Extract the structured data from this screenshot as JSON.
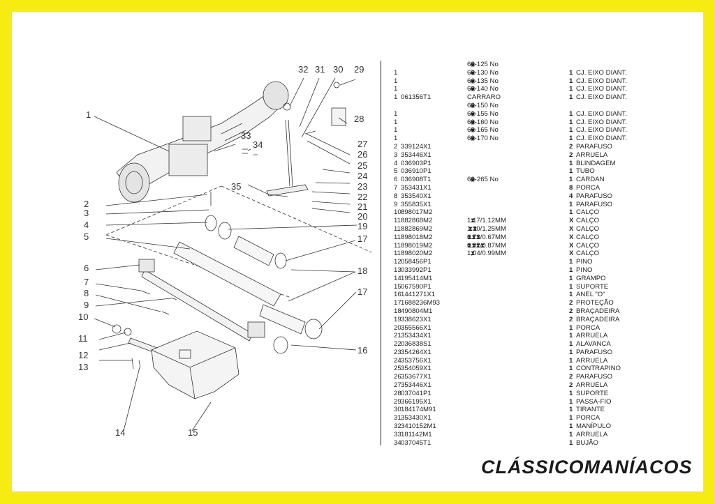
{
  "callouts": [
    "1",
    "2",
    "3",
    "4",
    "5",
    "6",
    "7",
    "8",
    "9",
    "10",
    "11",
    "12",
    "13",
    "14",
    "15",
    "16",
    "17",
    "17",
    "18",
    "19",
    "20",
    "21",
    "22",
    "23",
    "24",
    "25",
    "26",
    "27",
    "28",
    "29",
    "30",
    "31",
    "32",
    "33",
    "34",
    "35"
  ],
  "parts": [
    {
      "item": "",
      "code": "",
      "icon": "eye",
      "note": "60-125 No",
      "qty": "",
      "desc": ""
    },
    {
      "item": "1",
      "code": "",
      "icon": "eye",
      "note": "60-130 No",
      "qty": "1",
      "desc": "CJ. EIXO DIANT."
    },
    {
      "item": "1",
      "code": "",
      "icon": "eye",
      "note": "60-135 No",
      "qty": "1",
      "desc": "CJ. EIXO DIANT."
    },
    {
      "item": "1",
      "code": "",
      "icon": "eye",
      "note": "60-140 No",
      "qty": "1",
      "desc": "CJ. EIXO DIANT."
    },
    {
      "item": "1",
      "code": "061356T1",
      "icon": "",
      "note": "CARRARO",
      "qty": "1",
      "desc": "CJ. EIXO DIANT."
    },
    {
      "item": "",
      "code": "",
      "icon": "eye",
      "note": "60-150 No",
      "qty": "",
      "desc": ""
    },
    {
      "item": "1",
      "code": "",
      "icon": "eye",
      "note": "60-155 No",
      "qty": "1",
      "desc": "CJ. EIXO DIANT."
    },
    {
      "item": "1",
      "code": "",
      "icon": "eye",
      "note": "60-160 No",
      "qty": "1",
      "desc": "CJ. EIXO DIANT."
    },
    {
      "item": "1",
      "code": "",
      "icon": "eye",
      "note": "60-165 No",
      "qty": "1",
      "desc": "CJ. EIXO DIANT."
    },
    {
      "item": "1",
      "code": "",
      "icon": "eye",
      "note": "60-170 No",
      "qty": "1",
      "desc": "CJ. EIXO DIANT."
    },
    {
      "item": "2",
      "code": "339124X1",
      "icon": "",
      "note": "",
      "qty": "2",
      "desc": "PARAFUSO"
    },
    {
      "item": "3",
      "code": "353446X1",
      "icon": "",
      "note": "",
      "qty": "2",
      "desc": "ARRUELA"
    },
    {
      "item": "4",
      "code": "036903P1",
      "icon": "",
      "note": "",
      "qty": "1",
      "desc": "BLINDAGEM"
    },
    {
      "item": "5",
      "code": "036910P1",
      "icon": "",
      "note": "",
      "qty": "1",
      "desc": "TUBO"
    },
    {
      "item": "6",
      "code": "036908T1",
      "icon": "eye",
      "note": "60-265 No",
      "qty": "1",
      "desc": "CARDAN"
    },
    {
      "item": "7",
      "code": "353431X1",
      "icon": "",
      "note": "",
      "qty": "8",
      "desc": "PORCA"
    },
    {
      "item": "8",
      "code": "353540X1",
      "icon": "",
      "note": "",
      "qty": "4",
      "desc": "PARAFUSO"
    },
    {
      "item": "9",
      "code": "355835X1",
      "icon": "",
      "note": "",
      "qty": "1",
      "desc": "PARAFUSO"
    },
    {
      "item": "10",
      "code": "898017M2",
      "icon": "",
      "note": "",
      "qty": "1",
      "desc": "CALÇO"
    },
    {
      "item": "11",
      "code": "882868M2",
      "icon": "hg1",
      "note": "1.17/1.12MM",
      "qty": "X",
      "desc": "CALÇO"
    },
    {
      "item": "11",
      "code": "882869M2",
      "icon": "hg2",
      "note": "1.30/1.25MM",
      "qty": "X",
      "desc": "CALÇO"
    },
    {
      "item": "11",
      "code": "898018M2",
      "icon": "hg3",
      "note": "0.73/0.67MM",
      "qty": "X",
      "desc": "CALÇO"
    },
    {
      "item": "11",
      "code": "898019M2",
      "icon": "hg4",
      "note": "0.92/0.87MM",
      "qty": "X",
      "desc": "CALÇO"
    },
    {
      "item": "11",
      "code": "898020M2",
      "icon": "hg1",
      "note": "1,04/0.99MM",
      "qty": "X",
      "desc": "CALÇO"
    },
    {
      "item": "12",
      "code": "058456P1",
      "icon": "",
      "note": "",
      "qty": "1",
      "desc": "PINO"
    },
    {
      "item": "13",
      "code": "033992P1",
      "icon": "",
      "note": "",
      "qty": "1",
      "desc": "PINO"
    },
    {
      "item": "14",
      "code": "195414M1",
      "icon": "",
      "note": "",
      "qty": "1",
      "desc": "GRAMPO"
    },
    {
      "item": "15",
      "code": "067590P1",
      "icon": "",
      "note": "",
      "qty": "1",
      "desc": "SUPORTE"
    },
    {
      "item": "16",
      "code": "1441271X1",
      "icon": "",
      "note": "",
      "qty": "1",
      "desc": "ANEL \"O\""
    },
    {
      "item": "17",
      "code": "1688236M93",
      "icon": "",
      "note": "",
      "qty": "2",
      "desc": "PROTEÇÃO"
    },
    {
      "item": "18",
      "code": "490804M1",
      "icon": "",
      "note": "",
      "qty": "2",
      "desc": "BRAÇADEIRA"
    },
    {
      "item": "19",
      "code": "338623X1",
      "icon": "",
      "note": "",
      "qty": "2",
      "desc": "BRAÇADEIRA"
    },
    {
      "item": "20",
      "code": "355566X1",
      "icon": "",
      "note": "",
      "qty": "1",
      "desc": "PORCA"
    },
    {
      "item": "21",
      "code": "353434X1",
      "icon": "",
      "note": "",
      "qty": "1",
      "desc": "ARRUELA"
    },
    {
      "item": "22",
      "code": "036838S1",
      "icon": "",
      "note": "",
      "qty": "1",
      "desc": "ALAVANCA"
    },
    {
      "item": "23",
      "code": "354264X1",
      "icon": "",
      "note": "",
      "qty": "1",
      "desc": "PARAFUSO"
    },
    {
      "item": "24",
      "code": "353756X1",
      "icon": "",
      "note": "",
      "qty": "1",
      "desc": "ARRUELA"
    },
    {
      "item": "25",
      "code": "354059X1",
      "icon": "",
      "note": "",
      "qty": "1",
      "desc": "CONTRAPINO"
    },
    {
      "item": "26",
      "code": "353677X1",
      "icon": "",
      "note": "",
      "qty": "2",
      "desc": "PARAFUSO"
    },
    {
      "item": "27",
      "code": "353446X1",
      "icon": "",
      "note": "",
      "qty": "2",
      "desc": "ARRUELA"
    },
    {
      "item": "28",
      "code": "037041P1",
      "icon": "",
      "note": "",
      "qty": "1",
      "desc": "SUPORTE"
    },
    {
      "item": "29",
      "code": "366195X1",
      "icon": "",
      "note": "",
      "qty": "1",
      "desc": "PASSA-FIO"
    },
    {
      "item": "30",
      "code": "184174M91",
      "icon": "",
      "note": "",
      "qty": "1",
      "desc": "TIRANTE"
    },
    {
      "item": "31",
      "code": "353430X1",
      "icon": "",
      "note": "",
      "qty": "1",
      "desc": "PORCA"
    },
    {
      "item": "32",
      "code": "3410152M1",
      "icon": "",
      "note": "",
      "qty": "1",
      "desc": "MANÍPULO"
    },
    {
      "item": "33",
      "code": "181142M1",
      "icon": "",
      "note": "",
      "qty": "1",
      "desc": "ARRUELA"
    },
    {
      "item": "34",
      "code": "037045T1",
      "icon": "",
      "note": "",
      "qty": "1",
      "desc": "BUJÃO"
    }
  ],
  "icons": {
    "eye": "◉",
    "hg1": "⧗",
    "hg2": "⧗⧗",
    "hg3": "⧗⧗⧗",
    "hg4": "⧗⧗⧗⧗"
  },
  "brand": "CLÁSSICOMANÍACOS"
}
